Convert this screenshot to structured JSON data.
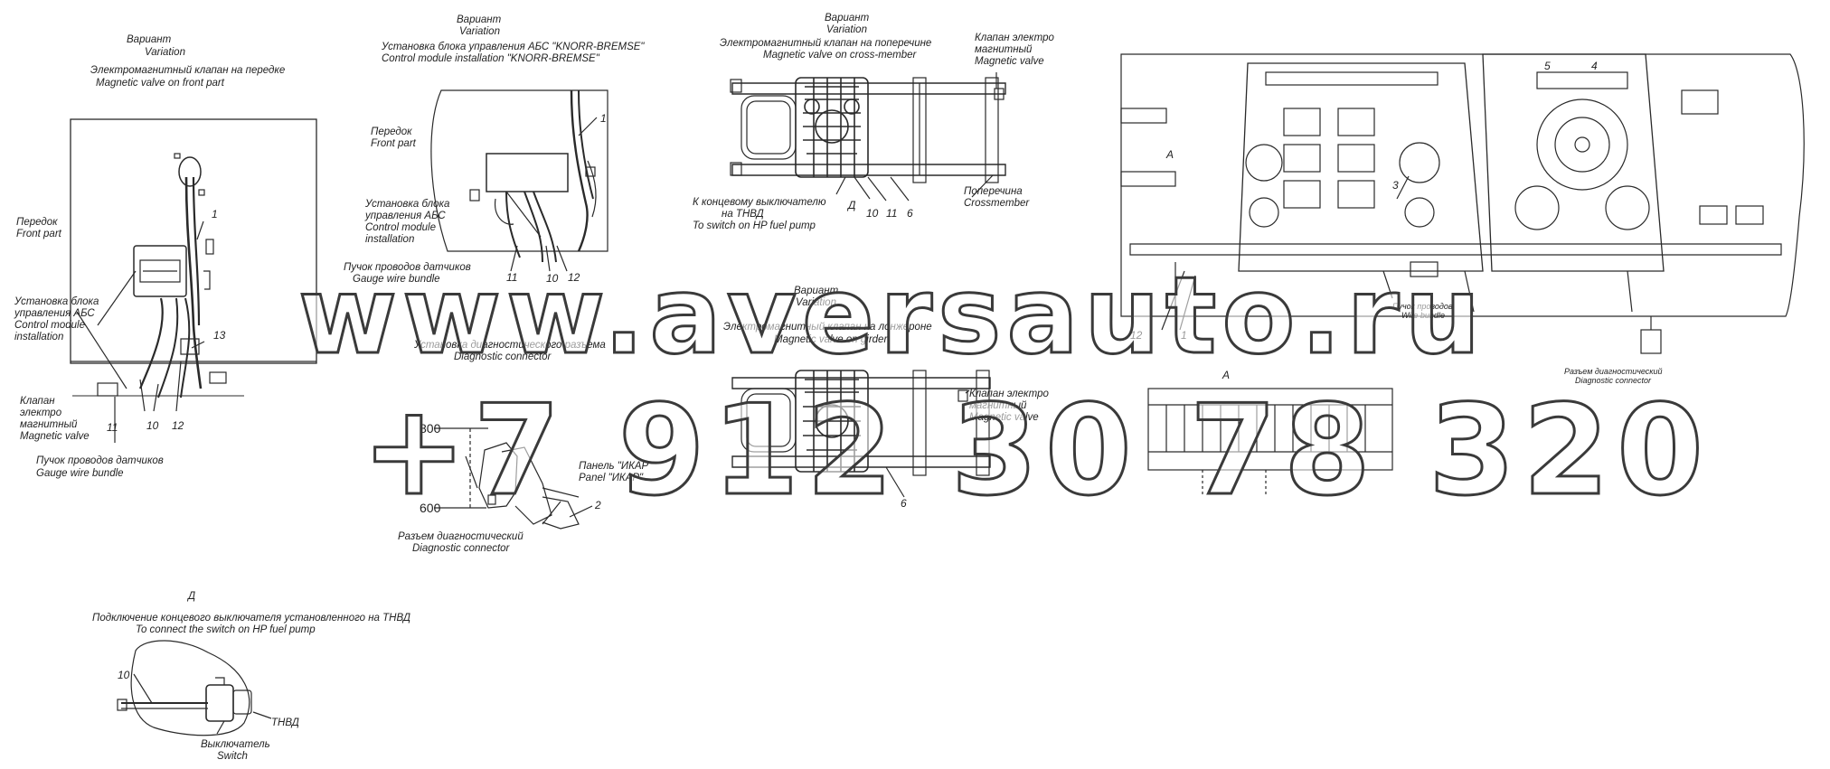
{
  "labels": {
    "fp_variant": "Вариант",
    "fp_variation": "Variation",
    "fp_valve_ru": "Электромагнитный клапан на передке",
    "fp_valve_en": "Magnetic valve on front part",
    "fp_front_ru": "Передок",
    "fp_front_en": "Front part",
    "fp_ctrl_ru1": "Установка блока",
    "fp_ctrl_ru2": "управления АБС",
    "fp_ctrl_en1": "Control module",
    "fp_ctrl_en2": "installation",
    "fp_mv_ru1": "Клапан",
    "fp_mv_ru2": "электро",
    "fp_mv_ru3": "магнитный",
    "fp_mv_en": "Magnetic valve",
    "fp_gauge_ru": "Пучок проводов датчиков",
    "fp_gauge_en": "Gauge wire bundle",
    "kb_variant": "Вариант",
    "kb_variation": "Variation",
    "kb_title_ru": "Установка блока управления АБС \"KNORR-BREMSE\"",
    "kb_title_en": "Control module installation \"KNORR-BREMSE\"",
    "kb_front_ru": "Передок",
    "kb_front_en": "Front part",
    "kb_ctrl_ru1": "Установка блока",
    "kb_ctrl_ru2": "управления АБС",
    "kb_ctrl_en1": "Control module",
    "kb_ctrl_en2": "installation",
    "kb_gauge_ru": "Пучок проводов датчиков",
    "kb_gauge_en": "Gauge wire bundle",
    "cm_variant": "Вариант",
    "cm_variation": "Variation",
    "cm_title_ru": "Электромагнитный клапан на поперечине",
    "cm_title_en": "Magnetic valve on cross-member",
    "cm_mv_ru1": "Клапан электро",
    "cm_mv_ru2": "магнитный",
    "cm_mv_en": "Magnetic valve",
    "cm_switch_ru1": "К концевому выключателю",
    "cm_switch_ru2": "на ТНВД",
    "cm_switch_en": "To switch on HP fuel pump",
    "cm_cross_ru": "Поперечина",
    "cm_cross_en": "Crossmember",
    "cm_d": "Д",
    "gd_variant": "Вариант",
    "gd_variation": "Variation",
    "gd_title_ru": "Электромагнитный клапан на лонжероне",
    "gd_title_en": "Magnetic valve on girder",
    "gd_mv_ru1": "Клапан электро",
    "gd_mv_ru2": "магнитный",
    "gd_mv_en": "Magnetic valve",
    "dc_title_ru": "Установка диагностического разъема",
    "dc_title_en": "Diagnostic connector",
    "dc_panel_ru": "Панель \"ИКАР\"",
    "dc_panel_en": "Panel \"ИКАР\"",
    "dc_conn_ru": "Разъем диагностический",
    "dc_conn_en": "Diagnostic connector",
    "dc_800": "800",
    "dc_600": "600",
    "d_title": "Д",
    "d_sub_ru": "Подключение концевого выключателя установленного на ТНВД",
    "d_sub_en": "To connect the switch on HP fuel pump",
    "d_switch_ru": "Выключатель",
    "d_switch_en": "Switch",
    "d_tnvd": "ТНВД",
    "dash_wire_ru": "Пучок проводов",
    "dash_wire_en": "Wire bundle",
    "dash_diag_ru": "Разъем диагностический",
    "dash_diag_en": "Diagnostic connector",
    "dash_a": "А",
    "view_a": "А"
  },
  "numbers": {
    "n1": "1",
    "n13": "13",
    "n11": "11",
    "n10": "10",
    "n12": "12",
    "k1": "1",
    "k11": "11",
    "k10": "10",
    "k12": "12",
    "c10": "10",
    "c11": "11",
    "c6": "6",
    "g6": "6",
    "g2": "2",
    "d10": "10",
    "s5": "5",
    "s4": "4",
    "s3": "3",
    "s12": "12",
    "s1": "1"
  },
  "watermark": {
    "line1": "www.aversauto.ru",
    "line2": "+7 912 30 78 320"
  }
}
